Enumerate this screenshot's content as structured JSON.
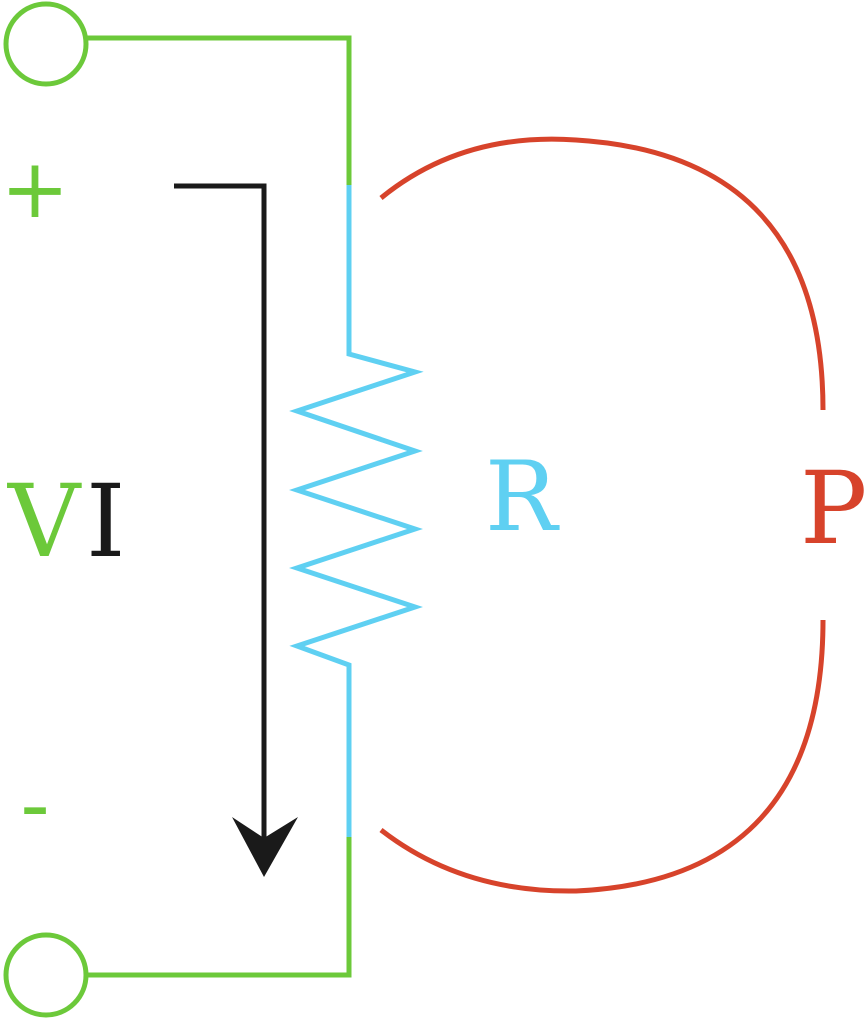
{
  "labels": {
    "plus": "+",
    "minus": "-",
    "voltage": "V",
    "current": "I",
    "resistance": "R",
    "power": "P"
  },
  "colors": {
    "voltage": "#6cc93a",
    "current": "#1a1a1a",
    "resistance": "#5fd0f2",
    "power": "#d7432b",
    "background": "#ffffff"
  }
}
